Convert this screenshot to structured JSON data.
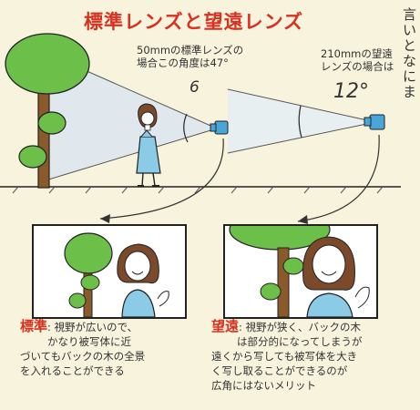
{
  "title": "標準レンズと望遠レンズ",
  "standard_note": [
    "50mmの標準レンズの",
    "場合この角度は47°"
  ],
  "standard_angle_label": "6",
  "tele_note": [
    "210mmの望遠",
    "レンズの場合は"
  ],
  "tele_angle_label": "12°",
  "side_text": "言いとなにま",
  "standard_caption": {
    "head": "標準",
    "lines": [
      ": 視野が広いので、",
      "かなり被写体に近",
      "づいてもバックの木の全景",
      "を入れることができる"
    ]
  },
  "tele_caption": {
    "head": "望遠",
    "lines": [
      ": 視野が狭く、バックの木",
      "は部分的になってしまうが",
      "遠くから写しても被写体を大き",
      "く写し取ることができるのが",
      "広角にはないメリット"
    ]
  },
  "colors": {
    "title_red": "#d9301f",
    "tree_green": "#6cc04a",
    "trunk_brown": "#8a5a2b",
    "dress_blue": "#8ccbe6",
    "camera_blue": "#4aa6d8",
    "background": "#f7f3dc"
  }
}
